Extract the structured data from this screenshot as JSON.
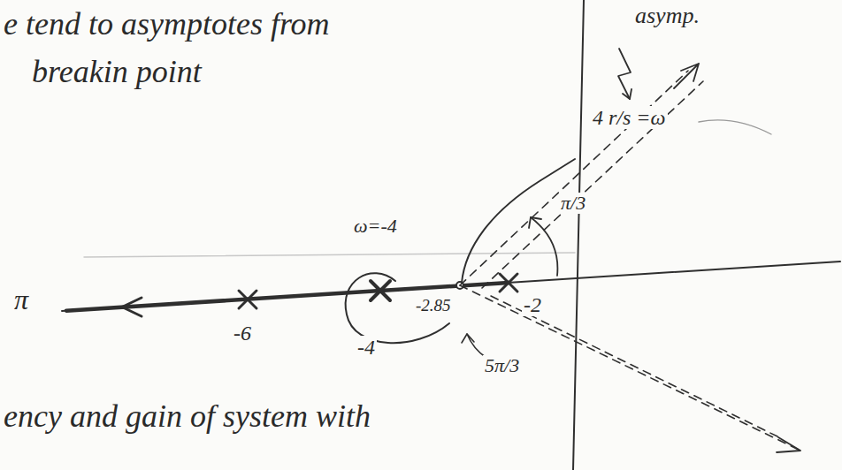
{
  "diagram": {
    "labels": [
      "e tend to asymptotes from",
      "breakin point",
      "asymp.",
      "4 r/s =ω",
      "π/3",
      "ω=-4",
      "-2.85",
      "-2",
      "-4",
      "-6",
      "π",
      "5π/3",
      "ency and gain of system with"
    ]
  }
}
